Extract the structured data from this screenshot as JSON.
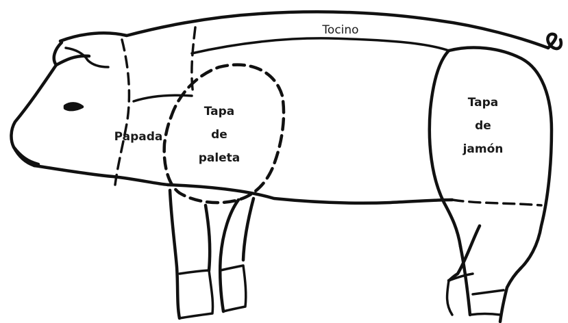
{
  "labels": {
    "tocino": "Tocino",
    "papada": "Papada",
    "tapa_paleta": [
      "Tapa",
      "de",
      "paleta"
    ],
    "tapa_jamon": [
      "Tapa",
      "de",
      "jamón"
    ]
  },
  "colors": {
    "line": "#111111",
    "background": "#ffffff"
  }
}
